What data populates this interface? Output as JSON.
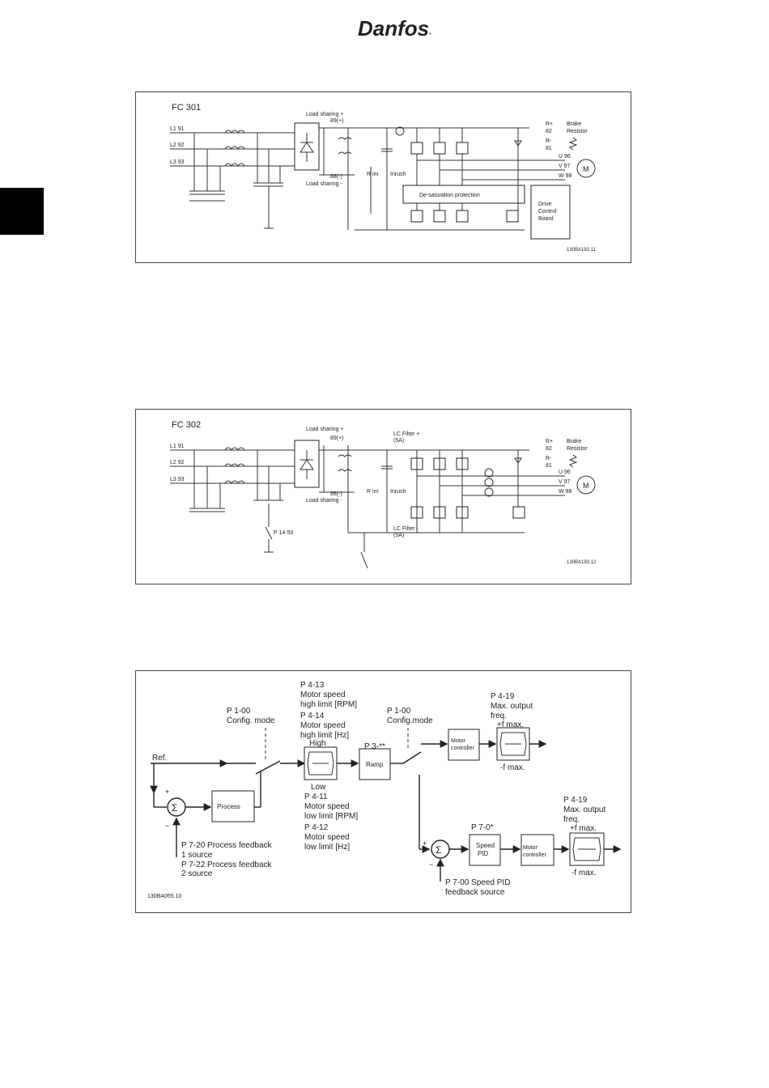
{
  "brand": {
    "name": "Danfoss",
    "color": "#e2000f"
  },
  "fig1": {
    "title": "FC 301",
    "lines": [
      "L1 91",
      "L2 92",
      "L3 93"
    ],
    "load_top": "Load sharing +",
    "load_top_term": "89(+)",
    "load_bot_term": "88(-)",
    "load_bot": "Load sharing -",
    "r_inr": "R inr",
    "inrush": "Inrush",
    "desat": "De-saturation protection",
    "drive1": "Drive",
    "drive2": "Control",
    "drive3": "Board",
    "rplus": "R+",
    "r82": "82",
    "rminus": "R-",
    "r81": "81",
    "brake1": "Brake",
    "brake2": "Resistor",
    "u": "U 96",
    "v": "V 97",
    "w": "W 98",
    "motor": "M",
    "code": "130BA192.11"
  },
  "fig2": {
    "title": "FC 302",
    "lines": [
      "L1 91",
      "L2 92",
      "L3 93"
    ],
    "load_top": "Load sharing +",
    "load_top_term": "89(+)",
    "load_bot_term": "88(-)",
    "load_bot": "Load sharing -",
    "r_inr": "R inr",
    "inrush": "Inrush",
    "lc_top1": "LC Filter +",
    "lc_top2": "(5A)",
    "lc_bot1": "LC Filter -",
    "lc_bot2": "(5A)",
    "p1450": "P 14-50",
    "rplus": "R+",
    "r82": "82",
    "rminus": "R-",
    "r81": "81",
    "brake1": "Brake",
    "brake2": "Resistor",
    "u": "U 96",
    "v": "V 97",
    "w": "W 98",
    "motor": "M",
    "code": "130BA193.12"
  },
  "fig3": {
    "p413": "P 4-13",
    "p413_l1": "Motor speed",
    "p413_l2": "high limit [RPM]",
    "p414": "P 4-14",
    "p414_l1": "Motor speed",
    "p414_l2": "high limit [Hz]",
    "p100a": "P 1-00",
    "p100a_l": "Config. mode",
    "p100b": "P 1-00",
    "p100b_l": "Config.mode",
    "p3": "P 3-**",
    "p419a": "P 4-19",
    "p419a_l1": "Max. output",
    "p419a_l2": "freq.",
    "fmax_plus_a": "+f max.",
    "fmax_minus_a": "-f max.",
    "ref": "Ref.",
    "high": "High",
    "low": "Low",
    "ramp": "Ramp",
    "motor_ctrl1": "Motor",
    "motor_ctrl2": "controller",
    "process": "Process",
    "sum": "Σ",
    "plus": "+",
    "minus": "−",
    "p411": "P 4-11",
    "p411_l1": "Motor speed",
    "p411_l2": "low limit [RPM]",
    "p412": "P 4-12",
    "p412_l1": "Motor speed",
    "p412_l2": "low limit [Hz]",
    "p720_l1": "P 7-20 Process feedback",
    "p720_l2": "1 source",
    "p722_l1": "P 7-22 Process feedback",
    "p722_l2": "2 source",
    "p70": "P 7-0*",
    "speed1": "Speed",
    "speed2": "PID",
    "p419b": "P 4-19",
    "p419b_l1": "Max. output",
    "p419b_l2": "freq.",
    "fmax_plus_b": "+f max.",
    "fmax_minus_b": "-f max.",
    "p700_l1": "P 7-00 Speed PID",
    "p700_l2": "feedback source",
    "code": "130BA055.10"
  }
}
